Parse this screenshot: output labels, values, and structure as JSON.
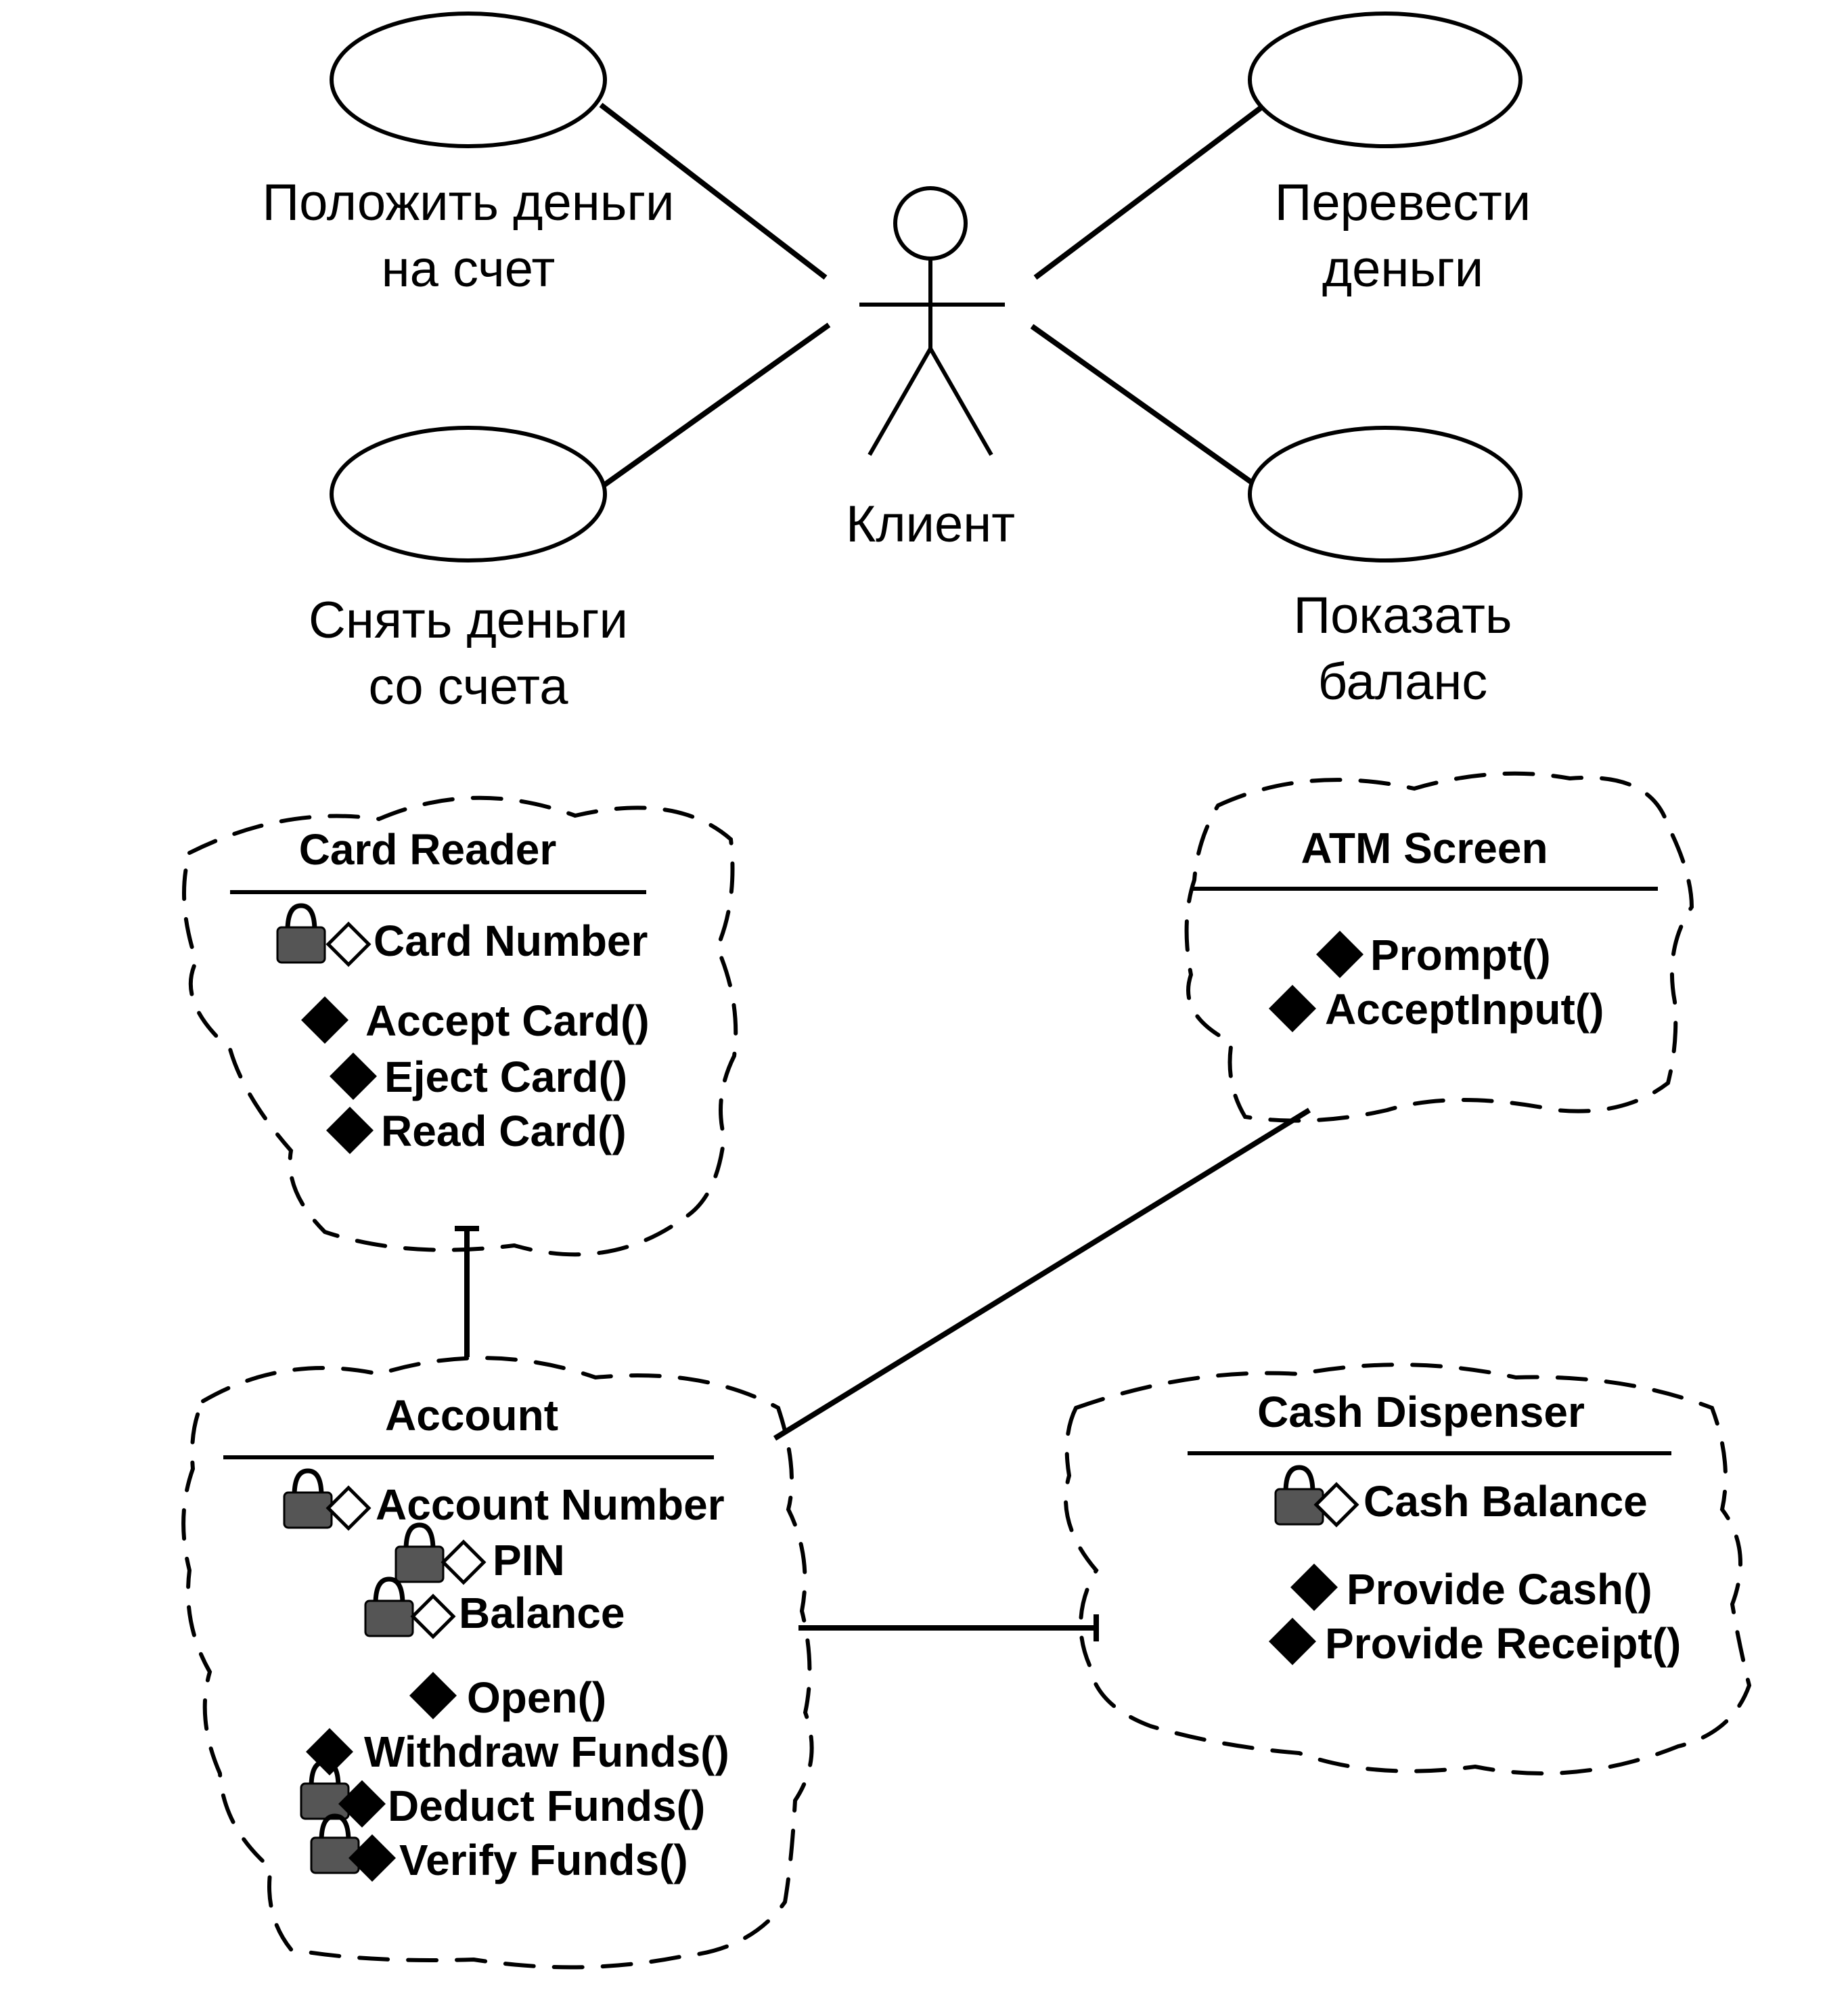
{
  "actor": {
    "name": "Клиент"
  },
  "use_cases": [
    {
      "line1": "Положить деньги",
      "line2": "на счет"
    },
    {
      "line1": "Перевести",
      "line2": "деньги"
    },
    {
      "line1": "Снять деньги",
      "line2": "со счета"
    },
    {
      "line1": "Показать",
      "line2": "баланс"
    }
  ],
  "classes": {
    "card_reader": {
      "title": "Card Reader",
      "attributes": [
        "Card Number"
      ],
      "operations": [
        "Accept Card()",
        "Eject Card()",
        "Read Card()"
      ]
    },
    "atm_screen": {
      "title": "ATM Screen",
      "attributes": [],
      "operations": [
        "Prompt()",
        "AcceptInput()"
      ]
    },
    "account": {
      "title": "Account",
      "attributes": [
        "Account Number",
        "PIN",
        "Balance"
      ],
      "operations": [
        "Open()",
        "Withdraw Funds()",
        "Deduct Funds()",
        "Verify Funds()"
      ]
    },
    "cash_dispenser": {
      "title": "Cash Dispenser",
      "attributes": [
        "Cash Balance"
      ],
      "operations": [
        "Provide Cash()",
        "Provide Receipt()"
      ]
    }
  }
}
